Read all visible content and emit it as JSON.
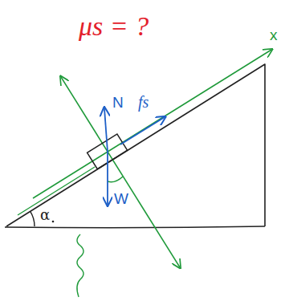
{
  "diagram": {
    "labels": [
      "μs = ?",
      "N",
      "fs",
      "x",
      "W",
      "α"
    ]
  }
}
